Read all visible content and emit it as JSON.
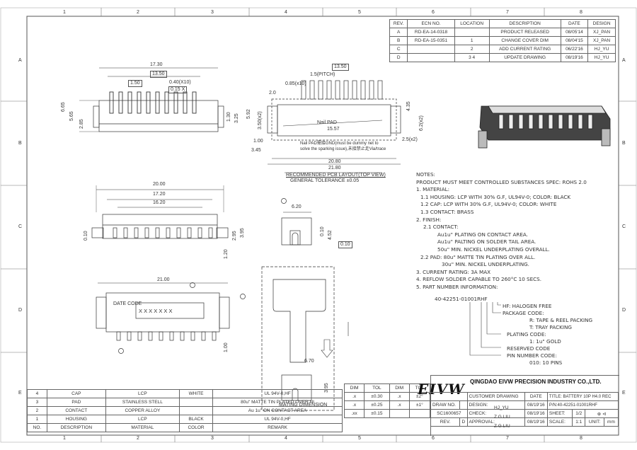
{
  "border": {
    "cols": [
      "1",
      "2",
      "3",
      "4",
      "5",
      "6",
      "7",
      "8"
    ],
    "rows": [
      "A",
      "B",
      "C",
      "D",
      "E"
    ]
  },
  "revision_table": {
    "headers": [
      "REV.",
      "ECN NO.",
      "LOCATION",
      "DESCRIPTION",
      "DATE",
      "DESIGN"
    ],
    "rows": [
      {
        "rev": "A",
        "ecn": "RD-EA-14-0318",
        "loc": "",
        "desc": "PRODUCT RELEASED",
        "date": "08/05'14",
        "design": "XJ_PAN"
      },
      {
        "rev": "B",
        "ecn": "RD-EA-15-0351",
        "loc": "1",
        "desc": "CHANGE COVER DIM",
        "date": "08/04'15",
        "design": "XJ_PAN"
      },
      {
        "rev": "C",
        "ecn": "",
        "loc": "2",
        "desc": "ADD CURRENT RATING",
        "date": "06/22'16",
        "design": "HJ_YU"
      },
      {
        "rev": "D",
        "ecn": "",
        "loc": "3 4",
        "desc": "UPDATE DRAWING",
        "date": "08/19'16",
        "design": "HJ_YU"
      }
    ]
  },
  "dims": {
    "d1730": "17.30",
    "d1350a": "13.50",
    "d150": "1.50",
    "d040": "0.40(X10)",
    "dtol": "0.15 X",
    "d665": "6.65",
    "d565": "5.65",
    "d285": "2.85",
    "d130": "1.30",
    "d325": "3.25",
    "d1350b": "13.50",
    "pitch": "1.5(PITCH)",
    "d085": "0.85(x10)",
    "d20": "2.0",
    "d592": "5.92",
    "d350": "3.50(x2)",
    "d435": "4.35",
    "d62": "6.2(x2)",
    "nailpad": "Nail PAD",
    "d1557": "15.57",
    "d100": "1.00",
    "d345": "3.45",
    "d25": "2.5(x2)",
    "d2080": "20.80",
    "d2180": "21.80",
    "nailnote1": "Nail PAD需接GND(must be dummy net to",
    "nailnote2": "solve the sparking issue),未接禁止走Via/trace",
    "layout_title": "RECOMMENDED PCB LAYOUT(TOP VIEW)",
    "gen_tol": "GENERAL TOLERANCE ±0.05",
    "d2000": "20.00",
    "d1720": "17.20",
    "d1620": "16.20",
    "d010a": "0.10",
    "d295": "2.95",
    "d395a": "3.95",
    "d120": "1.20",
    "d620": "6.20",
    "d010b": "0.10",
    "d452": "4.52",
    "d010c": "0.10",
    "d2100": "21.00",
    "datecode": "DATE CODE",
    "xx": "X X X X X X X",
    "d100b": "1.00",
    "d670": "6.70",
    "d395b": "3.95",
    "mating": "MATING DIMENSION"
  },
  "notes": [
    "NOTES:",
    "PRODUCT MUST MEET CONTROLLED SUBSTANCES SPEC: ROHS 2.0",
    "1. MATERIAL:",
    "  1.1 HOUSING: LCP WITH 30% G.F, UL94V-0; COLOR: BLACK",
    "  1.2 CAP: LCP WITH 30% G.F, UL94V-0; COLOR: WHITE",
    "  1.3 CONTACT: BRASS",
    "2. FINISH:",
    "     2.1 CONTACT:",
    "          Au1u\" PLATING ON CONTACT AREA.",
    "          Au1u\" PALTING ON SOLDER TAIL AREA.",
    "          50u\" MIN. NICKEL UNDERPLATING OVERALL.",
    "  2.2 PAD: 80u\" MATTE TIN PLATING OVER ALL.",
    "          30u\" MIN. NICKEL UNDERPLATING.",
    "3. CURRENT RATING: 3A MAX",
    "4. REFLOW SOLDER CAPABLE TO 260°C 10 SECS.",
    "5. PART NUMBER INFORMATION:"
  ],
  "part_number": {
    "pn": "40-42251-01001RHF",
    "hf": "HF: HALOGEN FREE",
    "pkg": "PACKAGE CODE:",
    "pkg_r": "R: TAPE & REEL PACKING",
    "pkg_t": "T: TRAY PACKING",
    "plating": "PLATING CODE:",
    "plating_1": "1: 1u\" GOLD",
    "reserved": "RESERVED CODE",
    "pin": "PIN NUMBER CODE:",
    "pin_010": "010: 10 PINS"
  },
  "bom": {
    "headers": [
      "NO.",
      "DESCRIPTION",
      "MATERIAL",
      "COLOR",
      "REMARK"
    ],
    "rows": [
      {
        "no": "4",
        "desc": "CAP",
        "mat": "LCP",
        "color": "WHITE",
        "remark": "UL 94V-0,HF"
      },
      {
        "no": "3",
        "desc": "PAD",
        "mat": "STAINLESS STELL",
        "color": "",
        "remark": "80u\" MATTE TIN PLATED OVER NI"
      },
      {
        "no": "2",
        "desc": "CONTACT",
        "mat": "COPPER ALLOY",
        "color": "",
        "remark": "Au 1u\" ON CONTACT AREA"
      },
      {
        "no": "1",
        "desc": "HOUSING",
        "mat": "LCP",
        "color": "BLACK",
        "remark": "UL 94V-0,HF"
      }
    ]
  },
  "tol_table": {
    "h1": "DIM",
    "h2": "TOL",
    "h3": "DIM",
    "h4": "TOL",
    "rows": [
      {
        "a": ".x",
        "b": "±0.30",
        "c": ".x",
        "d": "±2°"
      },
      {
        "a": ".x",
        "b": "±0.25",
        "c": ".x",
        "d": "±1°"
      },
      {
        "a": ".xx",
        "b": "±0.15",
        "c": "",
        "d": ""
      }
    ]
  },
  "title_block": {
    "brand": "EIVW",
    "company": "QINGDAO EIVW PRECISION INDUSTRY CO.,LTD.",
    "drawno_label": "DRAW NO.",
    "drawno": "SC1600657",
    "rev_label": "REV.",
    "rev": "D",
    "customer_drawing": "CUSTOMER DRAWING",
    "date_h": "DATE",
    "design_label": "DESIGN:",
    "design": "HJ_YU",
    "design_date": "08/19'16",
    "check_label": "CHECK:",
    "check": "Z.G.LIU",
    "check_date": "08/19'16",
    "approval_label": "APPROVAL:",
    "approval": "Z.G.LIU",
    "approval_date": "08/19'16",
    "title": "TITLE: BATTERY 10P H4.0 REC",
    "pn": "P/N:40-42251-01001RHF",
    "sheet_label": "SHEET:",
    "sheet": "1/2",
    "scale_label": "SCALE:",
    "scale": "1:1",
    "unit_label": "UNIT:",
    "unit": "mm"
  }
}
